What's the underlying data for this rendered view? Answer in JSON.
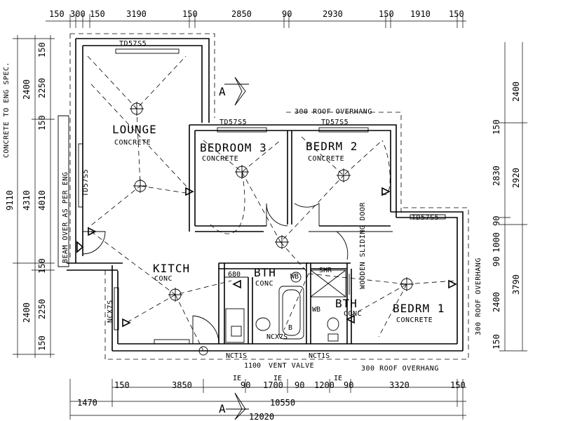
{
  "rooms": {
    "lounge": {
      "name": "LOUNGE",
      "material": "CONCRETE"
    },
    "bedroom3": {
      "name": "BEDROOM 3",
      "material": "CONCRETE"
    },
    "bedrm2": {
      "name": "BEDRM 2",
      "material": "CONCRETE"
    },
    "kitch": {
      "name": "KITCH",
      "material": "CONC"
    },
    "bth1": {
      "name": "BTH",
      "material": "CONC"
    },
    "bth2": {
      "name": "BTH",
      "material": "CONC"
    },
    "bedrm1": {
      "name": "BEDRM 1",
      "material": "CONCRETE"
    }
  },
  "labels": {
    "td_lounge": "TD57S5",
    "td_lounge_side": "TD57S5",
    "td_bed3": "TD57S5",
    "td_bed2": "TD57S5",
    "td_bed1": "TD57S5",
    "roof_top": "300 ROOF OVERHANG",
    "roof_right": "300 ROOF OVERHANG",
    "roof_bottom": "300 ROOF OVERHANG",
    "beam": "BEAM OVER AS PER ENG",
    "concrete_spec": "CONCRETE TO ENG SPEC.",
    "wooden_sliding": "WOODEN SLIDING DOOR",
    "shr": "SHR",
    "wb": "WB",
    "wb2": "WB",
    "b": "B",
    "ncx7s": "NCX7S",
    "ncx7s_b": "NCX7S",
    "nct1s_a": "NCT1S",
    "nct1s_b": "NCT1S",
    "vent_valve": "VENT VALVE",
    "v1100": "1100",
    "v680": "680",
    "ie1": "IE",
    "ie2": "IE",
    "ie3": "IE",
    "section_a_top": "A",
    "section_a_bottom": "A"
  },
  "dims_top": [
    "150",
    "300",
    "150",
    "3190",
    "150",
    "2850",
    "90",
    "2930",
    "150",
    "1910",
    "150"
  ],
  "dims_left_inner": [
    "150",
    "2250",
    "150",
    "4010",
    "150",
    "2250",
    "150"
  ],
  "dims_left_mid": [
    "2400",
    "4310",
    "2400"
  ],
  "dims_left_outer": "9110",
  "dims_right_inner": [
    "150",
    "2830",
    "90",
    "1000",
    "90",
    "2400",
    "150"
  ],
  "dims_right_outer": [
    "2400",
    "2920",
    "3790"
  ],
  "dims_bottom": [
    "150",
    "3850",
    "90",
    "1700",
    "90",
    "1200",
    "90",
    "3320",
    "150"
  ],
  "dims_bottom_total1": "1470",
  "dims_bottom_total2": "10550",
  "dims_bottom_total3": "12020"
}
